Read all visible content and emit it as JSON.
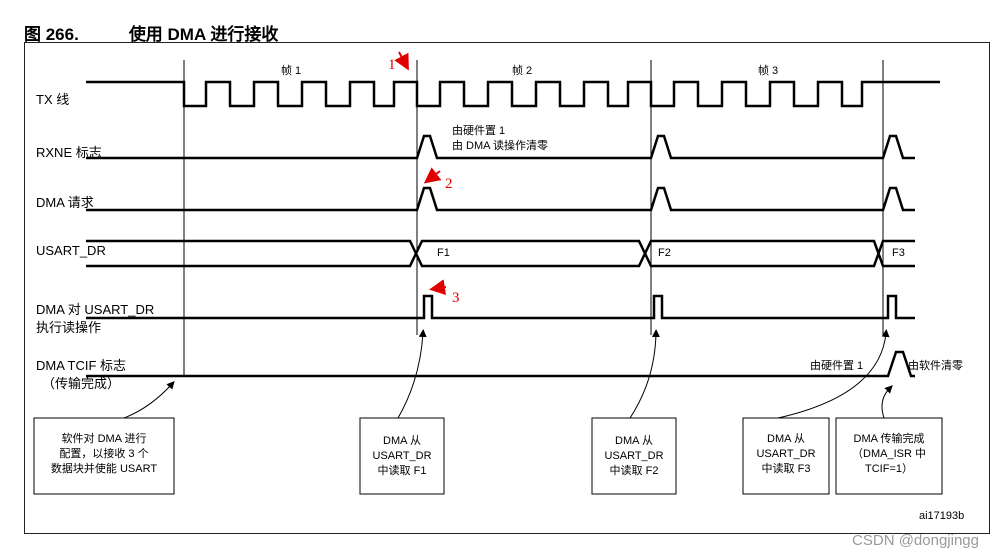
{
  "figure": {
    "number": "图 266.",
    "title": "使用 DMA 进行接收",
    "ref_id": "ai17193b",
    "watermark": "CSDN @dongjingg"
  },
  "frames": [
    "帧 1",
    "帧 2",
    "帧 3"
  ],
  "signals": {
    "tx": "TX 线",
    "rxne": "RXNE 标志",
    "dma_req": "DMA 请求",
    "usart_dr": "USART_DR",
    "dma_read_1": "DMA 对 USART_DR",
    "dma_read_2": "执行读操作",
    "tcif_1": "DMA TCIF 标志",
    "tcif_2": "（传输完成）"
  },
  "annotations": {
    "hw_set_1": "由硬件置 1",
    "dma_clear": "由 DMA 读操作清零",
    "f1": "F1",
    "f2": "F2",
    "f3": "F3",
    "tcif_hw_set": "由硬件置 1",
    "sw_clear": "由软件清零"
  },
  "markers": [
    "1",
    "2",
    "3"
  ],
  "boxes": {
    "config": [
      "软件对 DMA 进行",
      "配置，以接收 3 个",
      "数据块并使能 USART"
    ],
    "read_f1": [
      "DMA 从",
      "USART_DR",
      "中读取 F1"
    ],
    "read_f2": [
      "DMA 从",
      "USART_DR",
      "中读取 F2"
    ],
    "read_f3": [
      "DMA 从",
      "USART_DR",
      "中读取 F3"
    ],
    "complete": [
      "DMA 传输完成",
      "（DMA_ISR 中",
      "TCIF=1）"
    ]
  },
  "colors": {
    "annotation_arrow": "#e00000",
    "line": "#000000"
  }
}
